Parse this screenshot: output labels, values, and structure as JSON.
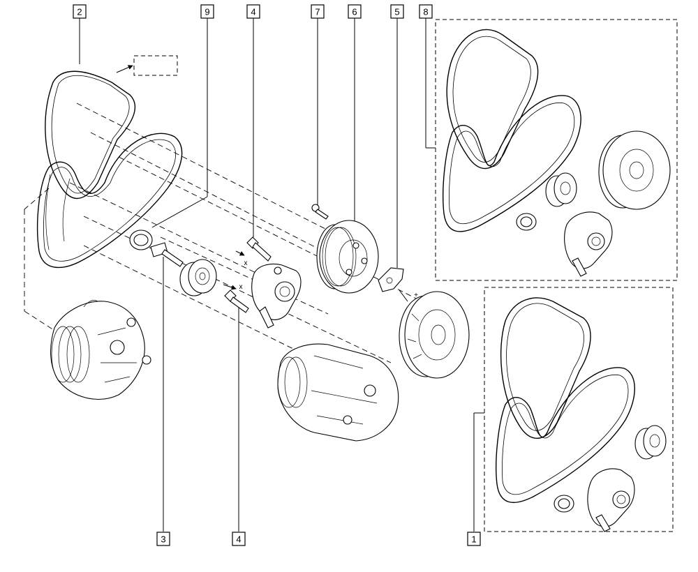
{
  "callouts": [
    {
      "id": "ref-1",
      "label": "1"
    },
    {
      "id": "ref-2",
      "label": "2"
    },
    {
      "id": "ref-3",
      "label": "3"
    },
    {
      "id": "ref-4-top",
      "label": "4"
    },
    {
      "id": "ref-4-bottom",
      "label": "4"
    },
    {
      "id": "ref-5",
      "label": "5"
    },
    {
      "id": "ref-6",
      "label": "6"
    },
    {
      "id": "ref-7",
      "label": "7"
    },
    {
      "id": "ref-8",
      "label": "8"
    },
    {
      "id": "ref-9",
      "label": "9"
    }
  ],
  "markers": {
    "cross": "x",
    "plus": "+"
  }
}
